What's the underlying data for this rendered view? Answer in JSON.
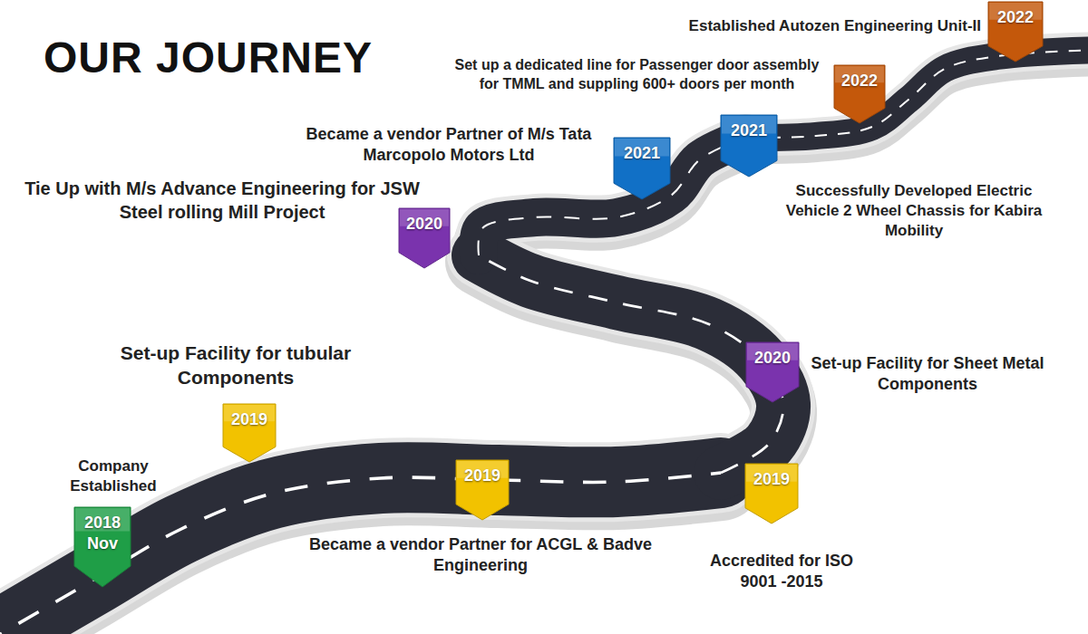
{
  "diagram": {
    "title": "OUR JOURNEY",
    "nodes": [
      {
        "text": [
          "2018 Nov",
          "Company Established"
        ]
      },
      {
        "text": [
          "2019",
          "Set-up Facility for tubular Components"
        ]
      },
      {
        "text": [
          "2019",
          "Became a vendor Partner for ACGL & Badve Engineering"
        ]
      },
      {
        "text": [
          "2019",
          "Accredited for ISO 9001 -2015"
        ]
      },
      {
        "text": [
          "2020",
          "Set-up Facility for Sheet Metal Components"
        ]
      },
      {
        "text": [
          "2020",
          "Tie Up with M/s Advance Engineering for JSW Steel rolling Mill Project"
        ]
      },
      {
        "text": [
          "2021",
          "Became a vendor Partner of M/s Tata Marcopolo Motors Ltd"
        ]
      },
      {
        "text": [
          "2021",
          "Successfully Developed Electric Vehicle 2 Wheel Chassis for Kabira Mobility"
        ]
      },
      {
        "text": [
          "2022",
          "Set up a dedicated line for Passenger door assembly for TMML and suppling 600+ doors per month"
        ]
      },
      {
        "text": [
          "2022",
          "Established Autozen Engineering Unit-II"
        ]
      }
    ]
  }
}
